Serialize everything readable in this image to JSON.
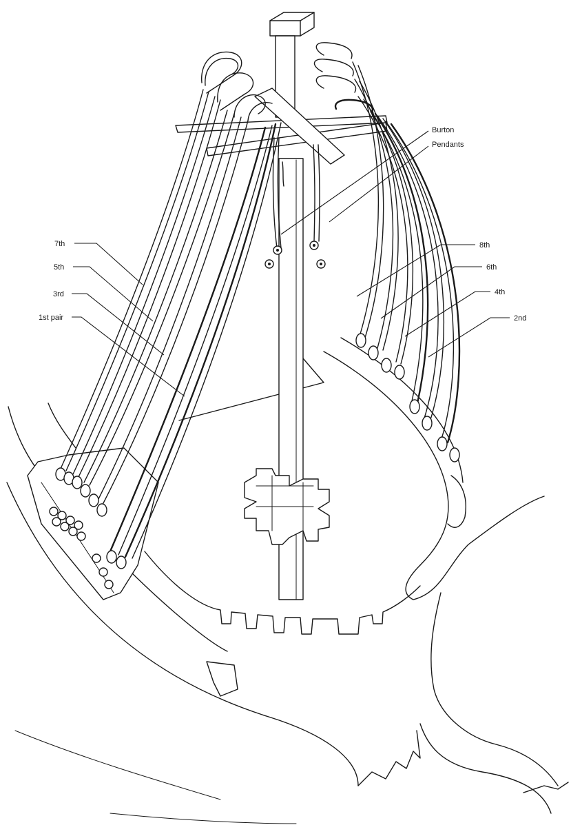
{
  "labels": {
    "burton_line1": "Burton",
    "burton_line2": "Pendants",
    "seventh": "7th",
    "fifth": "5th",
    "third": "3rd",
    "first_pair": "1st pair",
    "eighth": "8th",
    "sixth": "6th",
    "fourth": "4th",
    "second": "2nd"
  },
  "colors": {
    "ink": "#1a1a1a",
    "paper": "#ffffff"
  }
}
